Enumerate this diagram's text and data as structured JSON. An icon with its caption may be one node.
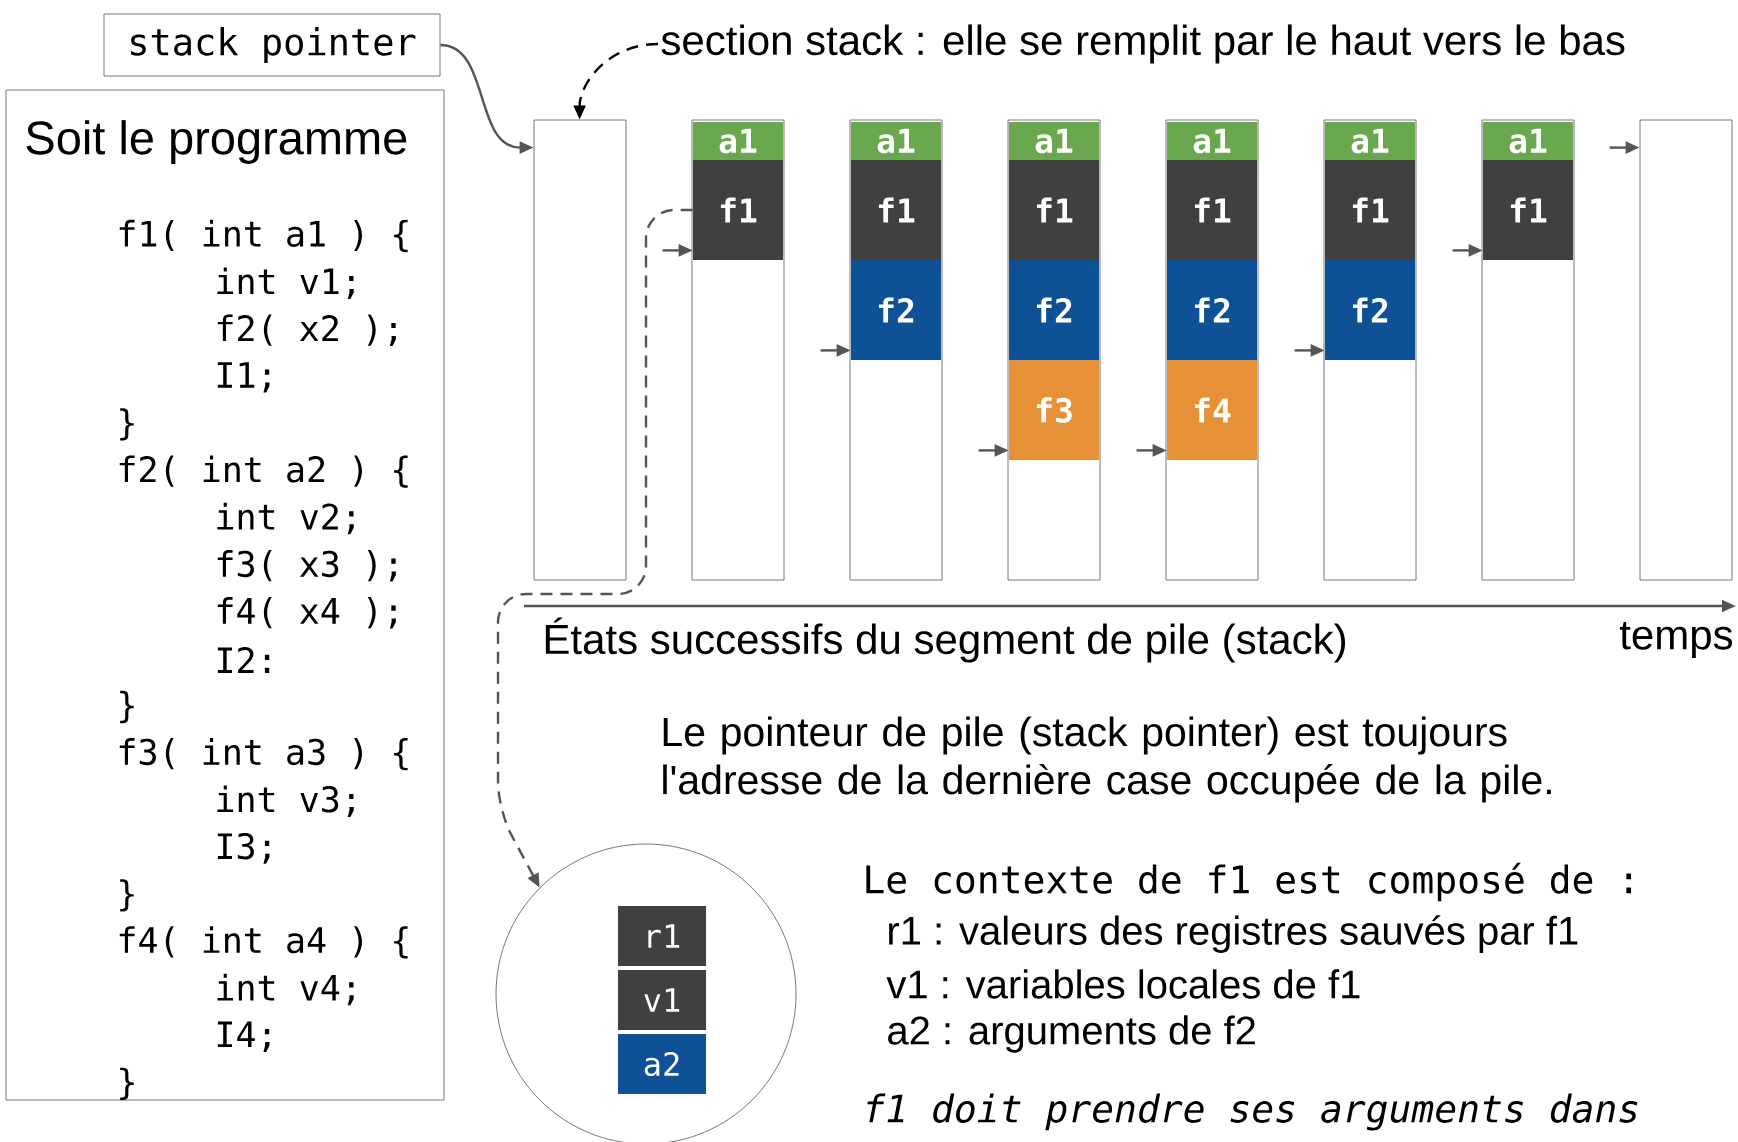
{
  "diagram": {
    "nodes": [
      {
        "text": [
          "stack pointer"
        ]
      },
      {
        "text": [
          "Soit le programme",
          "f1( int a1 ) {",
          "int v1;",
          "f2( x2 );",
          "I1;",
          "}",
          "f2( int a2 ) {",
          "int v2;",
          "f3( x3 );",
          "f4( x4 );",
          "I2:",
          "}",
          "f3( int a3 ) {",
          "int v3;",
          "I3;",
          "}",
          "f4( int a4 ) {",
          "int v4;",
          "I4;",
          "}"
        ]
      },
      {
        "text": [
          "section stack : elle se remplit par le haut vers le bas"
        ]
      },
      {
        "text": [],
        "shape": "bar"
      },
      {
        "text": [],
        "shape": "bar"
      },
      {
        "text": [
          "a1"
        ],
        "in": 4
      },
      {
        "text": [
          "f1"
        ],
        "in": 4
      },
      {
        "text": [],
        "shape": "bar"
      },
      {
        "text": [
          "a1"
        ],
        "in": 7
      },
      {
        "text": [
          "f1"
        ],
        "in": 7
      },
      {
        "text": [
          "f2"
        ],
        "in": 7
      },
      {
        "text": [],
        "shape": "bar"
      },
      {
        "text": [
          "a1"
        ],
        "in": 11
      },
      {
        "text": [
          "f1"
        ],
        "in": 11
      },
      {
        "text": [
          "f2"
        ],
        "in": 11
      },
      {
        "text": [
          "f3"
        ],
        "in": 11
      },
      {
        "text": [],
        "shape": "bar"
      },
      {
        "text": [
          "a1"
        ],
        "in": 16
      },
      {
        "text": [
          "f1"
        ],
        "in": 16
      },
      {
        "text": [
          "f2"
        ],
        "in": 16
      },
      {
        "text": [
          "f4"
        ],
        "in": 16
      },
      {
        "text": [],
        "shape": "bar"
      },
      {
        "text": [
          "a1"
        ],
        "in": 21
      },
      {
        "text": [
          "f1"
        ],
        "in": 21
      },
      {
        "text": [
          "f2"
        ],
        "in": 21
      },
      {
        "text": [],
        "shape": "bar"
      },
      {
        "text": [
          "a1"
        ],
        "in": 25
      },
      {
        "text": [
          "f1"
        ],
        "in": 25
      },
      {
        "text": [],
        "shape": "bar"
      },
      {
        "text": [],
        "shape": "circle"
      },
      {
        "text": [
          "r1"
        ],
        "in": 29
      },
      {
        "text": [
          "v1"
        ],
        "in": 29
      },
      {
        "text": [
          "a2"
        ],
        "in": 29
      }
    ],
    "edges": [
      {
        "from": 0,
        "to": 3,
        "arrow": "to"
      },
      {
        "from": 2,
        "to": 3,
        "arrow": "to",
        "style": "dashed",
        "color": "#000000"
      },
      {
        "from": 6,
        "to": 29,
        "arrow": "to",
        "style": "dashed"
      },
      {
        "from": null,
        "to": 6,
        "arrow": "to"
      },
      {
        "from": null,
        "to": 10,
        "arrow": "to"
      },
      {
        "from": null,
        "to": 15,
        "arrow": "to"
      },
      {
        "from": null,
        "to": 20,
        "arrow": "to"
      },
      {
        "from": null,
        "to": 24,
        "arrow": "to"
      },
      {
        "from": null,
        "to": 27,
        "arrow": "to"
      },
      {
        "from": null,
        "to": 28,
        "arrow": "to"
      }
    ],
    "labels": [
      "États successifs du segment de pile (stack)",
      "temps",
      "Le pointeur de pile (stack pointer) est toujours l'adresse de la dernière case occupée de la pile.",
      "Le contexte de f1 est composé de :",
      "r1 : valeurs des registres sauvés par f1",
      "v1 : variables locales de f1",
      "a2 : arguments de f2",
      "f1 doit prendre ses arguments dans"
    ]
  }
}
